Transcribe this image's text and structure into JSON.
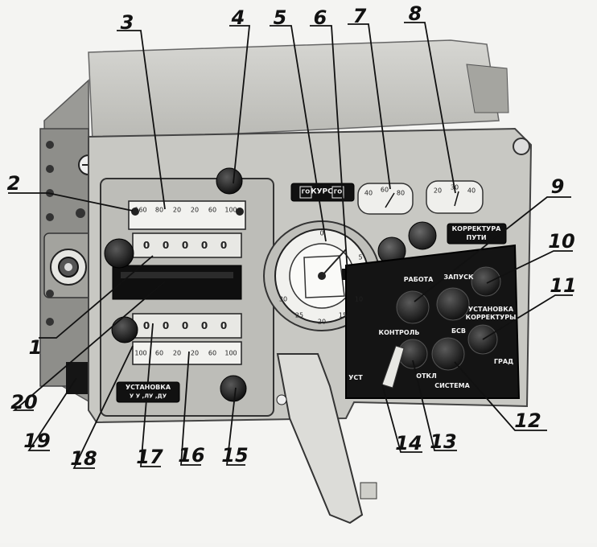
{
  "callouts": [
    "1",
    "2",
    "3",
    "4",
    "5",
    "6",
    "7",
    "8",
    "9",
    "10",
    "11",
    "12",
    "13",
    "14",
    "15",
    "16",
    "17",
    "18",
    "19",
    "20"
  ],
  "plates": {
    "kurs": "КУРС",
    "go_left": "ГО",
    "go_right": "ГО",
    "korrektura_line1": "КОРРЕКТУРА",
    "korrektura_line2": "ПУТИ",
    "ustanovka_line1": "УСТАНОВКА",
    "ustanovka_line2": "У У ,ЛУ ,ДУ"
  },
  "panel_labels": {
    "rabota": "РАБОТА",
    "zapusk": "ЗАПУСК",
    "kontrol": "КОНТРОЛЬ",
    "ust_korrektury_line1": "УСТАНОВКА",
    "ust_korrektury_line2": "КОРРЕКТУРЫ",
    "ust": "УСТ",
    "bsv": "БСВ",
    "otkl": "ОТКЛ",
    "sistema": "СИСТЕМА",
    "grad": "ГРАД"
  },
  "meters": {
    "left_scale": [
      "40",
      "60",
      "80"
    ],
    "right_scale": [
      "20",
      "30",
      "40"
    ]
  },
  "counters": {
    "upper_scale": [
      "160",
      "80",
      "20",
      "20",
      "60",
      "100"
    ],
    "upper_digits": [
      "0",
      "0",
      "0",
      "0",
      "0"
    ],
    "lower_scale": [
      "100",
      "60",
      "20",
      "20",
      "60",
      "100"
    ],
    "lower_digits": [
      "0",
      "0",
      "0",
      "0",
      "0"
    ]
  },
  "compass": {
    "ticks": [
      "0",
      "5",
      "10",
      "15",
      "20",
      "25",
      "30"
    ]
  }
}
